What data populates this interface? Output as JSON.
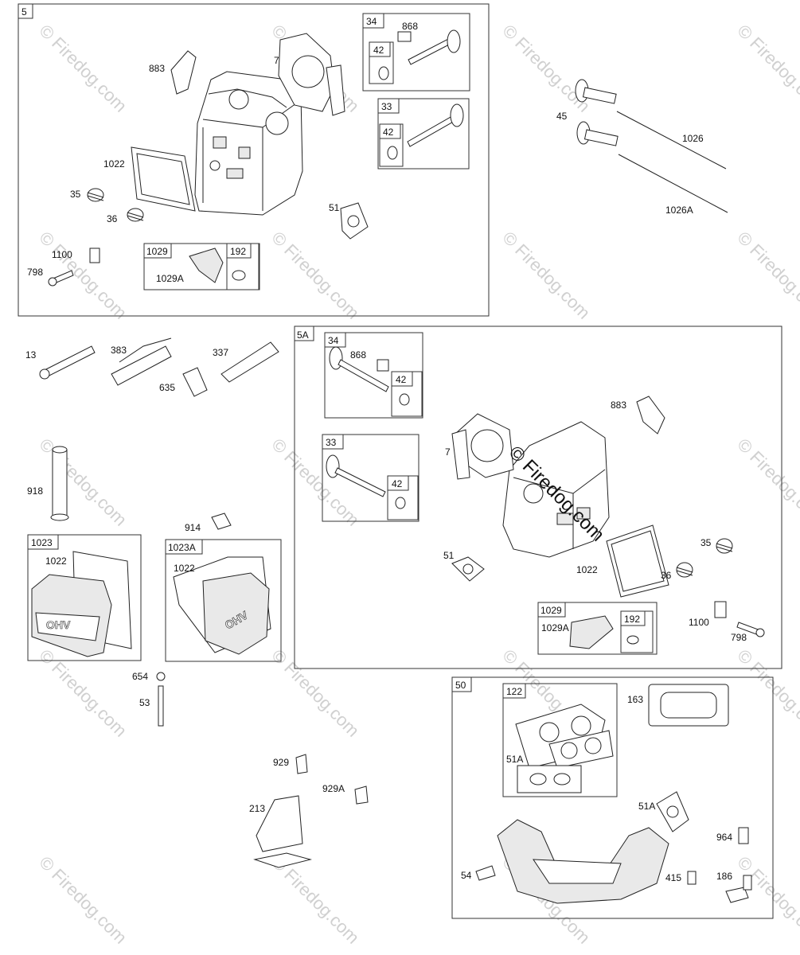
{
  "watermark": "© Firedog.com",
  "center_watermark": "© Firedog.com",
  "groups": {
    "g5": "5",
    "g5a": "5A",
    "g50": "50",
    "g1023": "1023",
    "g1023a": "1023A"
  },
  "subgroups": {
    "s34_top": "34",
    "s42_top1": "42",
    "s33_top": "33",
    "s42_top2": "42",
    "s1029_top": "1029",
    "s192_top": "192",
    "s34_mid": "34",
    "s42_mid1": "42",
    "s33_mid": "33",
    "s42_mid2": "42",
    "s1029_mid": "1029",
    "s192_mid": "192",
    "s122": "122"
  },
  "labels": {
    "p883_top": "883",
    "p7_top": "7",
    "p868_top": "868",
    "p1022_top": "1022",
    "p35_top": "35",
    "p36_top": "36",
    "p51_top": "51",
    "p1100_top": "1100",
    "p798_top": "798",
    "p1029a_top": "1029A",
    "p45": "45",
    "p1026": "1026",
    "p1026a": "1026A",
    "p13": "13",
    "p383": "383",
    "p337": "337",
    "p635": "635",
    "p918": "918",
    "p914": "914",
    "p1022_b1": "1022",
    "p1022_b2": "1022",
    "p654": "654",
    "p53": "53",
    "p929": "929",
    "p929a": "929A",
    "p213": "213",
    "p868_mid": "868",
    "p883_mid": "883",
    "p7_mid": "7",
    "p51_mid": "51",
    "p1022_mid": "1022",
    "p35_mid": "35",
    "p36_mid": "36",
    "p1029a_mid": "1029A",
    "p1100_mid": "1100",
    "p798_mid": "798",
    "p163": "163",
    "p51a_1": "51A",
    "p51a_2": "51A",
    "p964": "964",
    "p54": "54",
    "p415": "415",
    "p186": "186"
  },
  "cover_text": "OHV"
}
